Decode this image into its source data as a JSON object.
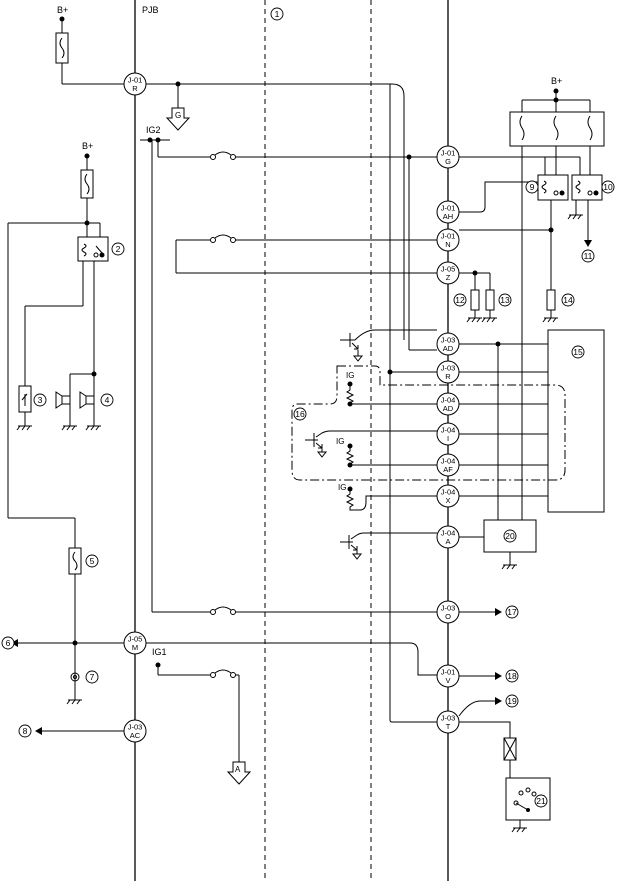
{
  "labels": {
    "pjb": "PJB",
    "area_1": "1",
    "b_plus": "B+",
    "ig": "IG",
    "ig1": "IG1",
    "ig2": "IG2",
    "g": "G",
    "a": "A"
  },
  "junctions": [
    {
      "id": "J-01",
      "pin": "R"
    },
    {
      "id": "J-01",
      "pin": "G"
    },
    {
      "id": "J-01",
      "pin": "AH"
    },
    {
      "id": "J-01",
      "pin": "N"
    },
    {
      "id": "J-05",
      "pin": "Z"
    },
    {
      "id": "J-03",
      "pin": "AD"
    },
    {
      "id": "J-03",
      "pin": "R"
    },
    {
      "id": "J-04",
      "pin": "AD"
    },
    {
      "id": "J-04",
      "pin": "I"
    },
    {
      "id": "J-04",
      "pin": "AF"
    },
    {
      "id": "J-04",
      "pin": "X"
    },
    {
      "id": "J-04",
      "pin": "A"
    },
    {
      "id": "J-03",
      "pin": "O"
    },
    {
      "id": "J-05",
      "pin": "M"
    },
    {
      "id": "J-01",
      "pin": "V"
    },
    {
      "id": "J-03",
      "pin": "T"
    },
    {
      "id": "J-03",
      "pin": "AC"
    }
  ],
  "callouts": [
    "1",
    "2",
    "3",
    "4",
    "5",
    "6",
    "7",
    "8",
    "9",
    "10",
    "11",
    "12",
    "13",
    "14",
    "15",
    "16",
    "17",
    "18",
    "19",
    "20",
    "21"
  ]
}
